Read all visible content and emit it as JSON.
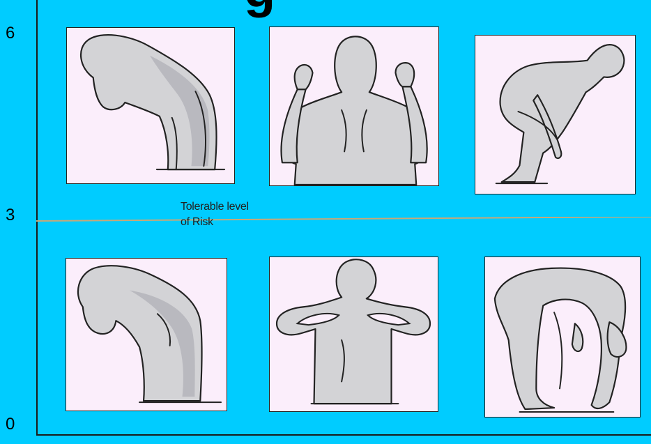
{
  "title": "g",
  "y_axis": {
    "ticks": [
      "6",
      "3",
      "0"
    ]
  },
  "threshold": {
    "label_line1": "Tolerable level",
    "label_line2": "of Risk",
    "color": "#c8a878"
  },
  "colors": {
    "background": "#00ccff",
    "panel": "#fbeefb"
  },
  "panels": [
    {
      "row": "top",
      "posture": "head-bent-forward-standing"
    },
    {
      "row": "top",
      "posture": "arms-raised-back-view"
    },
    {
      "row": "top",
      "posture": "deep-squat-forward-bend"
    },
    {
      "row": "bottom",
      "posture": "head-bent-forward-mild"
    },
    {
      "row": "bottom",
      "posture": "hands-behind-head-back-view"
    },
    {
      "row": "bottom",
      "posture": "full-forward-bend-toe-touch"
    }
  ]
}
